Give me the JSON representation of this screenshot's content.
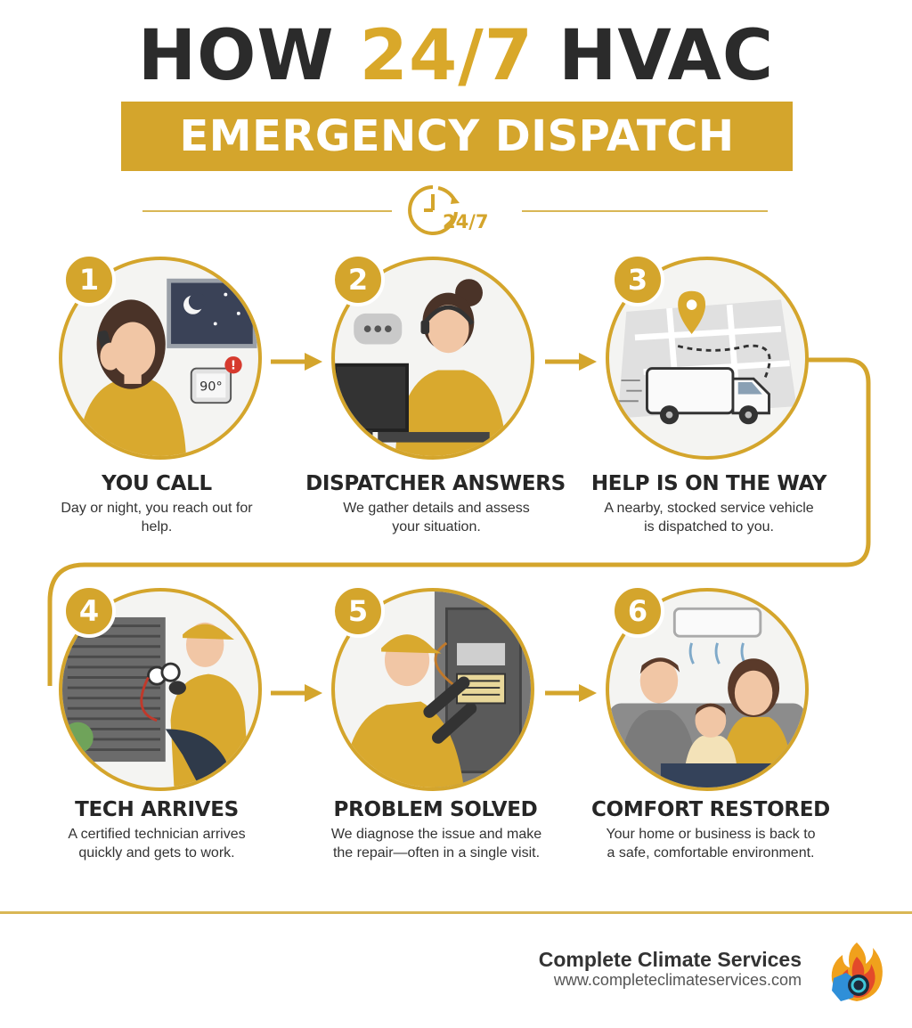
{
  "header": {
    "title_pre": "HOW ",
    "title_highlight": "24/7",
    "title_post": " HVAC",
    "subtitle": "EMERGENCY DISPATCH WORKS",
    "badge": "24/7"
  },
  "steps": [
    {
      "number": "1",
      "title": "YOU CALL",
      "description": "Day or night, you reach out for help.",
      "thermostat": "90°"
    },
    {
      "number": "2",
      "title": "DISPATCHER ANSWERS",
      "description": "We gather details and assess your situation."
    },
    {
      "number": "3",
      "title": "HELP IS ON THE WAY",
      "description": "A nearby, stocked service vehicle is dispatched to you."
    },
    {
      "number": "4",
      "title": "TECH ARRIVES",
      "description": "A certified technician arrives quickly and gets to work."
    },
    {
      "number": "5",
      "title": "PROBLEM SOLVED",
      "description": "We diagnose the issue and make the repair—often in a single visit."
    },
    {
      "number": "6",
      "title": "COMFORT RESTORED",
      "description": "Your home or business is back to a safe, comfortable environment."
    }
  ],
  "icons": {
    "badge": "clock-icon",
    "logo": "flame-logo-icon",
    "step1": "phone-call-icon",
    "step2": "headset-dispatcher-icon",
    "step3": "service-van-map-icon",
    "step4": "technician-gauge-icon",
    "step5": "electrical-panel-icon",
    "step6": "family-comfort-icon"
  },
  "colors": {
    "accent": "#d4a52c",
    "dark": "#2b2b2b",
    "background": "#ffffff"
  },
  "footer": {
    "company": "Complete Climate Services",
    "url": "www.completeclimateservices.com"
  }
}
